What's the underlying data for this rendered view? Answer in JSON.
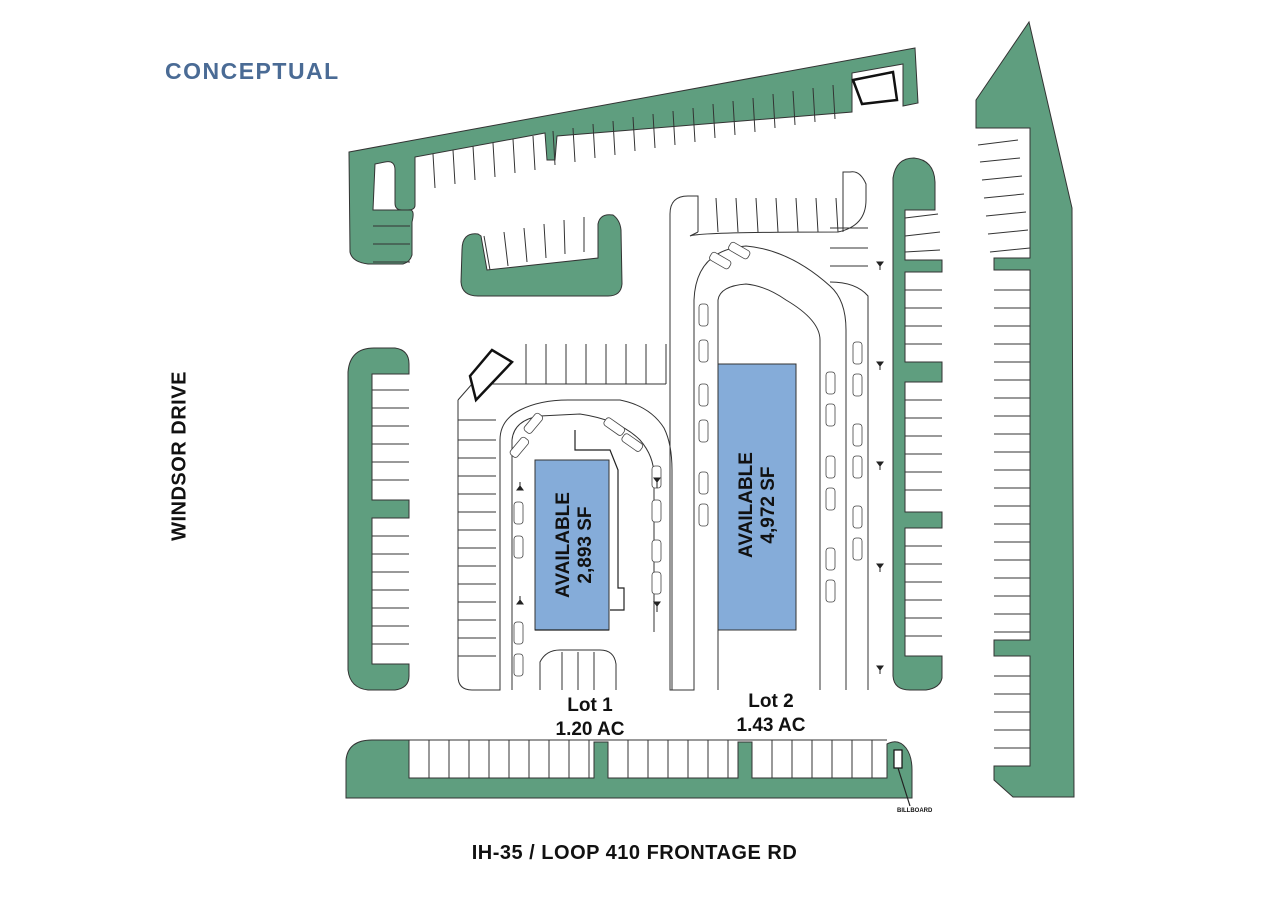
{
  "title": "CONCEPTUAL",
  "roads": {
    "bottom": "IH-35 / LOOP 410 FRONTAGE RD",
    "left": "WINDSOR DRIVE"
  },
  "buildings": [
    {
      "status": "AVAILABLE",
      "size": "2,893 SF"
    },
    {
      "status": "AVAILABLE",
      "size": "4,972 SF"
    }
  ],
  "lots": [
    {
      "name": "Lot 1",
      "area": "1.20 AC"
    },
    {
      "name": "Lot 2",
      "area": "1.43 AC"
    }
  ],
  "billboard_label": "BILLBOARD",
  "colors": {
    "landscape": "#5f9e7f",
    "building": "#85acd9",
    "title": "#4a6b95"
  }
}
